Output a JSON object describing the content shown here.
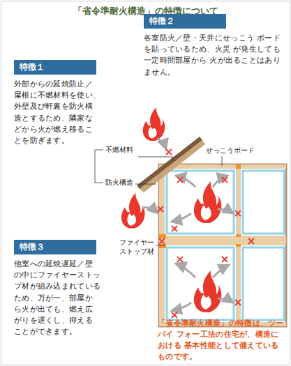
{
  "diagram": {
    "title": "「省令準耐火構造」の特徴について",
    "nodes": [
      {
        "text": [
          "特徴１",
          "外部からの延焼防止／ 屋根に不燃材料を使い、 外壁及び軒裏を防火構 造とするため、隣家な どから火が燃え移るこ とを防ぎます。"
        ]
      },
      {
        "text": [
          "特徴２",
          "各室防火／壁・天井にせっこう ボードを貼っているため、火災 が発生しても一定時間部屋から 火が出ることはありません。"
        ]
      },
      {
        "text": [
          "特徴３",
          "他室への延焼遅延／壁 の中にファイヤーストッ プ材が組み込まれている ため、万が一、部屋か ら火が出ても、燃え広 がりを遅くし、抑える ことができます。"
        ]
      },
      {
        "text": [
          "「省令準耐火構造」の特徴は、ツーバイ フォー工法の住宅が、構造における 基本性能として備えているものです。"
        ]
      }
    ],
    "labels": [
      "不燃材料",
      "防火構造",
      "せっこうボード",
      "ファイヤー ストップ材"
    ]
  }
}
